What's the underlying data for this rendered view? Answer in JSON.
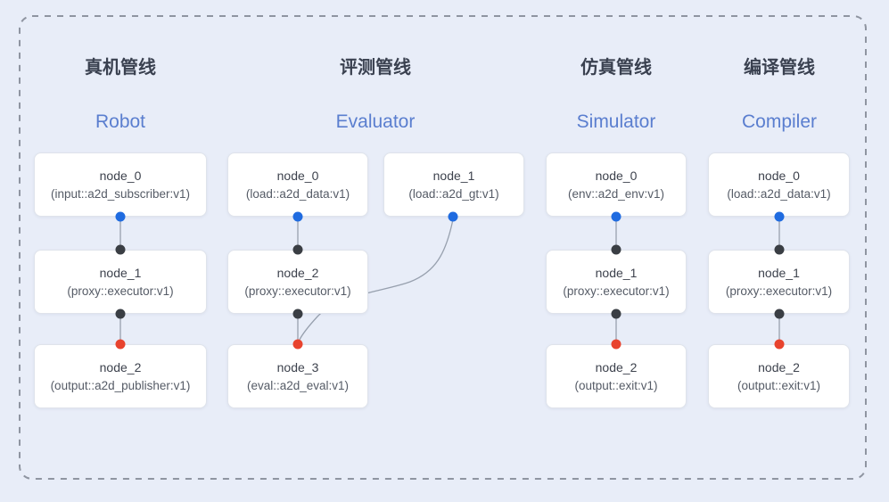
{
  "diagram": {
    "description_visible": "Four node-graph pipelines inside one dashed container"
  },
  "pipelines": [
    {
      "id": "robot",
      "title_zh": "真机管线",
      "title_en": "Robot",
      "nodes": [
        {
          "name": "node_0",
          "type": "(input::a2d_subscriber:v1)"
        },
        {
          "name": "node_1",
          "type": "(proxy::executor:v1)"
        },
        {
          "name": "node_2",
          "type": "(output::a2d_publisher:v1)"
        }
      ],
      "edges": [
        [
          "node_0",
          "node_1"
        ],
        [
          "node_1",
          "node_2"
        ]
      ]
    },
    {
      "id": "evaluator",
      "title_zh": "评测管线",
      "title_en": "Evaluator",
      "nodes": [
        {
          "name": "node_0",
          "type": "(load::a2d_data:v1)"
        },
        {
          "name": "node_1",
          "type": "(load::a2d_gt:v1)"
        },
        {
          "name": "node_2",
          "type": "(proxy::executor:v1)"
        },
        {
          "name": "node_3",
          "type": "(eval::a2d_eval:v1)"
        }
      ],
      "edges": [
        [
          "node_0",
          "node_2"
        ],
        [
          "node_2",
          "node_3"
        ],
        [
          "node_1",
          "node_3"
        ]
      ]
    },
    {
      "id": "simulator",
      "title_zh": "仿真管线",
      "title_en": "Simulator",
      "nodes": [
        {
          "name": "node_0",
          "type": "(env::a2d_env:v1)"
        },
        {
          "name": "node_1",
          "type": "(proxy::executor:v1)"
        },
        {
          "name": "node_2",
          "type": "(output::exit:v1)"
        }
      ],
      "edges": [
        [
          "node_0",
          "node_1"
        ],
        [
          "node_1",
          "node_2"
        ]
      ]
    },
    {
      "id": "compiler",
      "title_zh": "编译管线",
      "title_en": "Compiler",
      "nodes": [
        {
          "name": "node_0",
          "type": "(load::a2d_data:v1)"
        },
        {
          "name": "node_1",
          "type": "(proxy::executor:v1)"
        },
        {
          "name": "node_2",
          "type": "(output::exit:v1)"
        }
      ],
      "edges": [
        [
          "node_0",
          "node_1"
        ],
        [
          "node_1",
          "node_2"
        ]
      ]
    }
  ],
  "colors": {
    "background": "#e8edf8",
    "container_dash": "#8f95a1",
    "node_fill": "#ffffff",
    "node_border": "#dfe3eb",
    "node_name_text": "#3d424d",
    "node_type_text": "#555b66",
    "title_zh_text": "#3a4150",
    "title_en_text": "#5a7ecf",
    "edge_line": "#97a0ae",
    "port_source": "#1f6be0",
    "port_proxy": "#3a3e44",
    "port_sink": "#e8432e"
  }
}
